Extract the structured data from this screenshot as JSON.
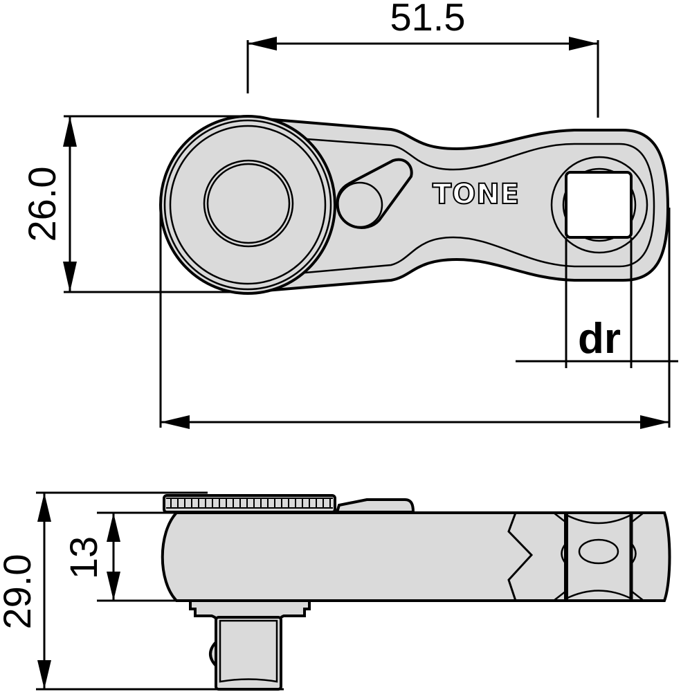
{
  "drawing": {
    "subject": "Ratchet wrench",
    "brand_mark": "TONE",
    "colors": {
      "body_fill": "#dadada",
      "outline": "#000000",
      "background": "#ffffff",
      "square_hole": "#ffffff"
    }
  },
  "dimensions": {
    "top_view": {
      "head_to_drive_center": "51.5",
      "head_width": "26.0",
      "drive_label": "dr"
    },
    "side_view": {
      "total_height": "29.0",
      "body_thickness": "13"
    }
  }
}
